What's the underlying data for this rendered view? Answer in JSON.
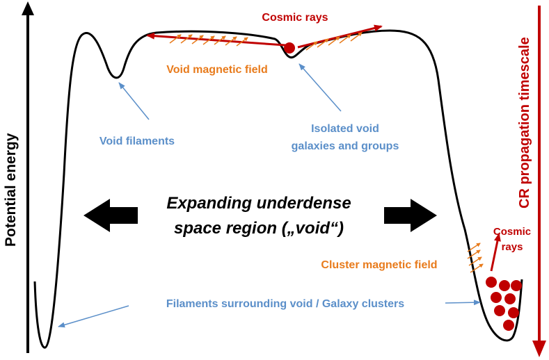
{
  "axes": {
    "y_left_label": "Potential energy",
    "y_right_label": "CR propagation timescale"
  },
  "labels": {
    "cosmic_rays_top": "Cosmic rays",
    "void_magnetic_field": "Void magnetic field",
    "void_filaments": "Void filaments",
    "isolated_void_line1": "Isolated void",
    "isolated_void_line2": "galaxies and groups",
    "expanding_line1": "Expanding underdense",
    "expanding_line2": "space region („void“)",
    "cosmic_rays_right_line1": "Cosmic",
    "cosmic_rays_right_line2": "rays",
    "cluster_magnetic_field": "Cluster magnetic field",
    "filaments_surrounding": "Filaments surrounding void / Galaxy clusters"
  },
  "colors": {
    "curve": "#000000",
    "cosmic_ray": "#c00000",
    "magnetic_field": "#e87b1c",
    "annotation": "#5b8fc9",
    "text_main": "#000000"
  }
}
